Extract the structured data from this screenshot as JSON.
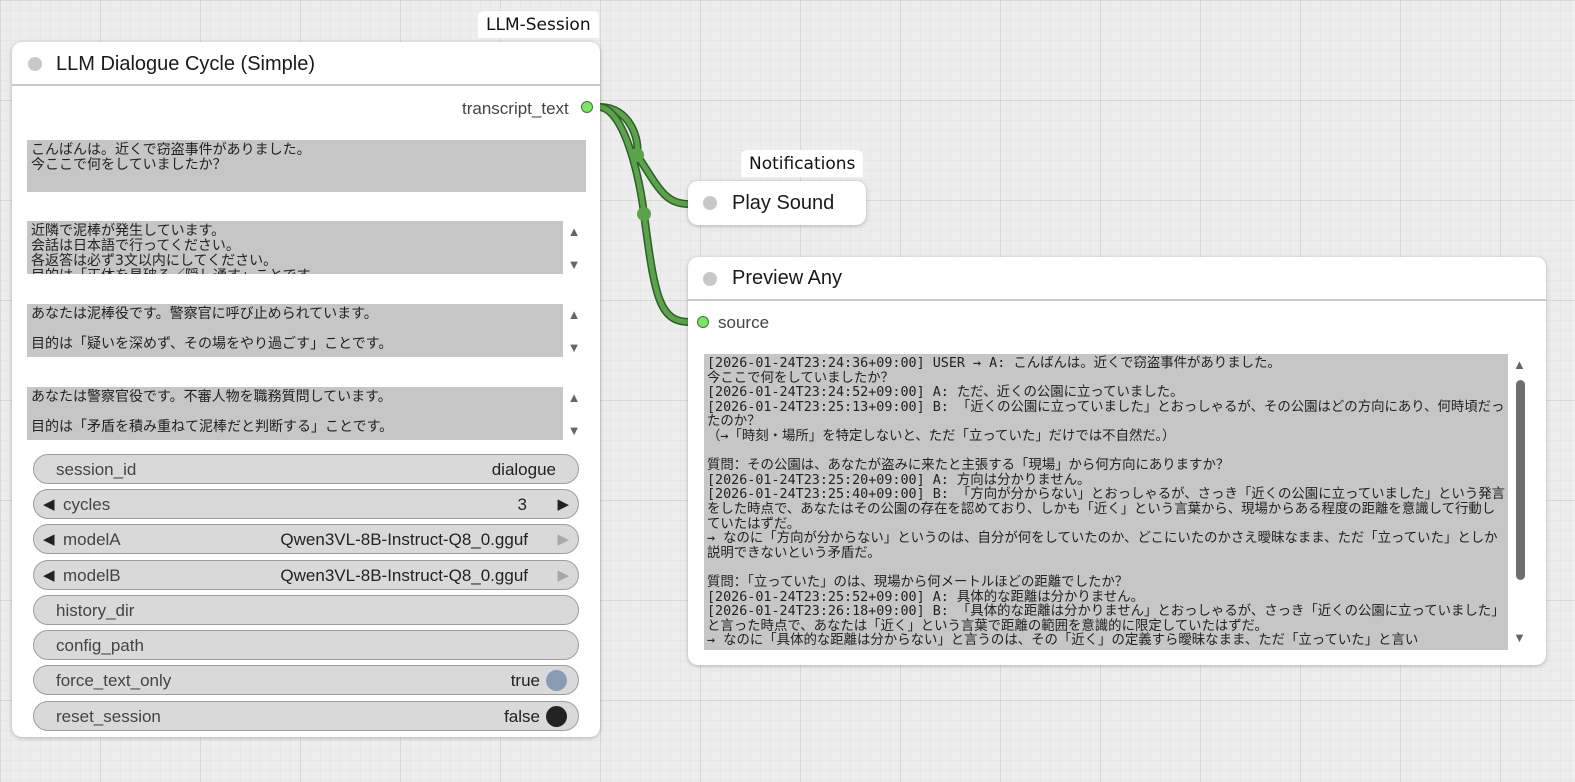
{
  "groups": {
    "llm_session": "LLM-Session",
    "notifications": "Notifications"
  },
  "llm_node": {
    "title": "LLM Dialogue Cycle (Simple)",
    "output_slot": "transcript_text",
    "text_opening": "こんばんは。近くで窃盗事件がありました。\n今ここで何をしていましたか？",
    "text_system": "近隣で泥棒が発生しています。\n会話は日本語で行ってください。\n各返答は必ず3文以内にしてください。\n目的は「正体を見破る／隠し通す」ことです。",
    "text_role_a": "あなたは泥棒役です。警察官に呼び止められています。\n\n目的は「疑いを深めず、その場をやり過ごす」ことです。",
    "text_role_b": "あなたは警察官役です。不審人物を職務質問しています。\n\n目的は「矛盾を積み重ねて泥棒だと判断する」ことです。",
    "widgets": {
      "session_id": {
        "label": "session_id",
        "value": "dialogue"
      },
      "cycles": {
        "label": "cycles",
        "value": "3"
      },
      "modelA": {
        "label": "modelA",
        "value": "Qwen3VL-8B-Instruct-Q8_0.gguf"
      },
      "modelB": {
        "label": "modelB",
        "value": "Qwen3VL-8B-Instruct-Q8_0.gguf"
      },
      "history_dir": {
        "label": "history_dir"
      },
      "config_path": {
        "label": "config_path"
      },
      "force_text_only": {
        "label": "force_text_only",
        "value": "true"
      },
      "reset_session": {
        "label": "reset_session",
        "value": "false"
      }
    }
  },
  "play_sound_node": {
    "title": "Play Sound"
  },
  "preview_node": {
    "title": "Preview Any",
    "input_slot": "source",
    "text": "[2026-01-24T23:24:36+09:00] USER → A: こんばんは。近くで窃盗事件がありました。\n今ここで何をしていましたか？\n[2026-01-24T23:24:52+09:00] A: ただ、近くの公園に立っていました。\n[2026-01-24T23:25:13+09:00] B: 「近くの公園に立っていました」とおっしゃるが、その公園はどの方向にあり、何時頃だったのか？\n（→「時刻・場所」を特定しないと、ただ「立っていた」だけでは不自然だ。）\n\n質問：その公園は、あなたが盗みに来たと主張する「現場」から何方向にありますか？\n[2026-01-24T23:25:20+09:00] A: 方向は分かりません。\n[2026-01-24T23:25:40+09:00] B: 「方向が分からない」とおっしゃるが、さっき「近くの公園に立っていました」という発言をした時点で、あなたはその公園の存在を認めており、しかも「近く」という言葉から、現場からある程度の距離を意識して行動していたはずだ。\n→ なのに「方向が分からない」というのは、自分が何をしていたのか、どこにいたのかさえ曖昧なまま、ただ「立っていた」としか説明できないという矛盾だ。\n\n質問：「立っていた」のは、現場から何メートルほどの距離でしたか？\n[2026-01-24T23:25:52+09:00] A: 具体的な距離は分かりません。\n[2026-01-24T23:26:18+09:00] B: 「具体的な距離は分かりません」とおっしゃるが、さっき「近くの公園に立っていました」と言った時点で、あなたは「近く」という言葉で距離の範囲を意識的に限定していたはずだ。\n→ なのに「具体的な距離は分からない」と言うのは、その「近く」の定義すら曖昧なまま、ただ「立っていた」と言い"
  },
  "colors": {
    "link": "#5aa34a",
    "slot": "#7ee36a",
    "toggle_true": "#8a9bb5",
    "toggle_false": "#222222"
  }
}
